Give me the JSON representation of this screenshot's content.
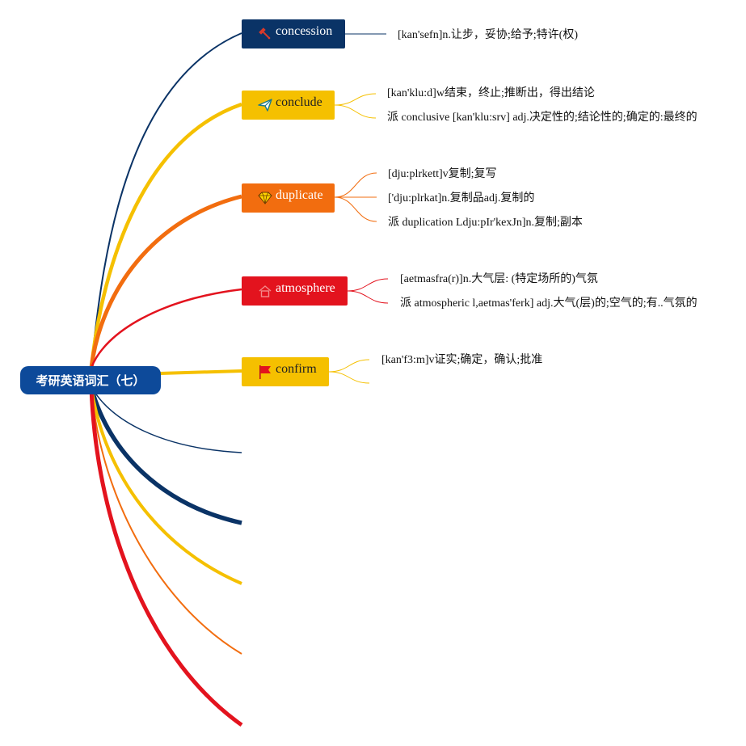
{
  "root": {
    "label": "考研英语词汇（七）"
  },
  "nodes": [
    {
      "id": "concession",
      "label": "concession",
      "icon": "hammer-icon",
      "color": "#0a3366",
      "text_color": "#ffffff"
    },
    {
      "id": "conclude",
      "label": "conclude",
      "icon": "paper-plane-icon",
      "color": "#f5c000",
      "text_color": "#222222"
    },
    {
      "id": "duplicate",
      "label": "duplicate",
      "icon": "diamond-icon",
      "color": "#f26d0f",
      "text_color": "#ffffff"
    },
    {
      "id": "atmosphere",
      "label": "atmosphere",
      "icon": "home-icon",
      "color": "#e3131e",
      "text_color": "#ffffff"
    },
    {
      "id": "confirm",
      "label": "confirm",
      "icon": "flag-icon",
      "color": "#f5c000",
      "text_color": "#222222"
    }
  ],
  "leaves": {
    "concession": [
      "[kan'sefn]n.让步，妥协;给予;特许(权)"
    ],
    "conclude": [
      "[kan'klu:d]w结束，终止;推断出，得出结论",
      "派 conclusive [kan'klu:srv] adj.决定性的;结论性的;确定的:最终的"
    ],
    "duplicate": [
      "[dju:plrkett]v复制;复写",
      "['dju:plrkat]n.复制品adj.复制的",
      "派 duplication Ldju:pIr'kexJn]n.复制;副本"
    ],
    "atmosphere": [
      "[aetmasfra(r)]n.大气层: (特定场所的)气氛",
      "派 atmospheric l,aetmas'ferk] adj.大气(层)的;空气的;有..气氛的"
    ],
    "confirm": [
      "[kan'f3:m]v证实;确定，确认;批准"
    ]
  },
  "colors": {
    "navy": "#0a3366",
    "yellow": "#f5c000",
    "orange": "#f26d0f",
    "red": "#e3131e",
    "root": "#0d4a9a"
  }
}
